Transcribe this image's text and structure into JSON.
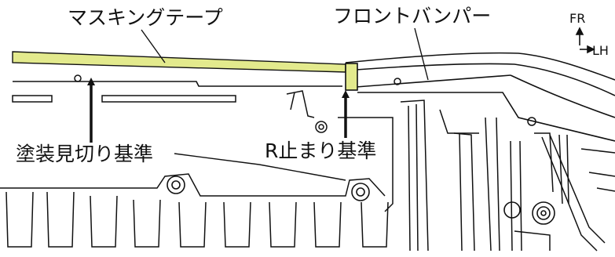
{
  "labels": {
    "masking_tape": "マスキングテープ",
    "front_bumper": "フロントバンパー",
    "paint_cut_reference": "塗装見切り基準",
    "r_stop_reference": "R止まり基準",
    "dir_fr": "FR",
    "dir_lh": "LH"
  },
  "colors": {
    "tape": "#e3ea8d",
    "line": "#111111",
    "background": "#ffffff"
  }
}
